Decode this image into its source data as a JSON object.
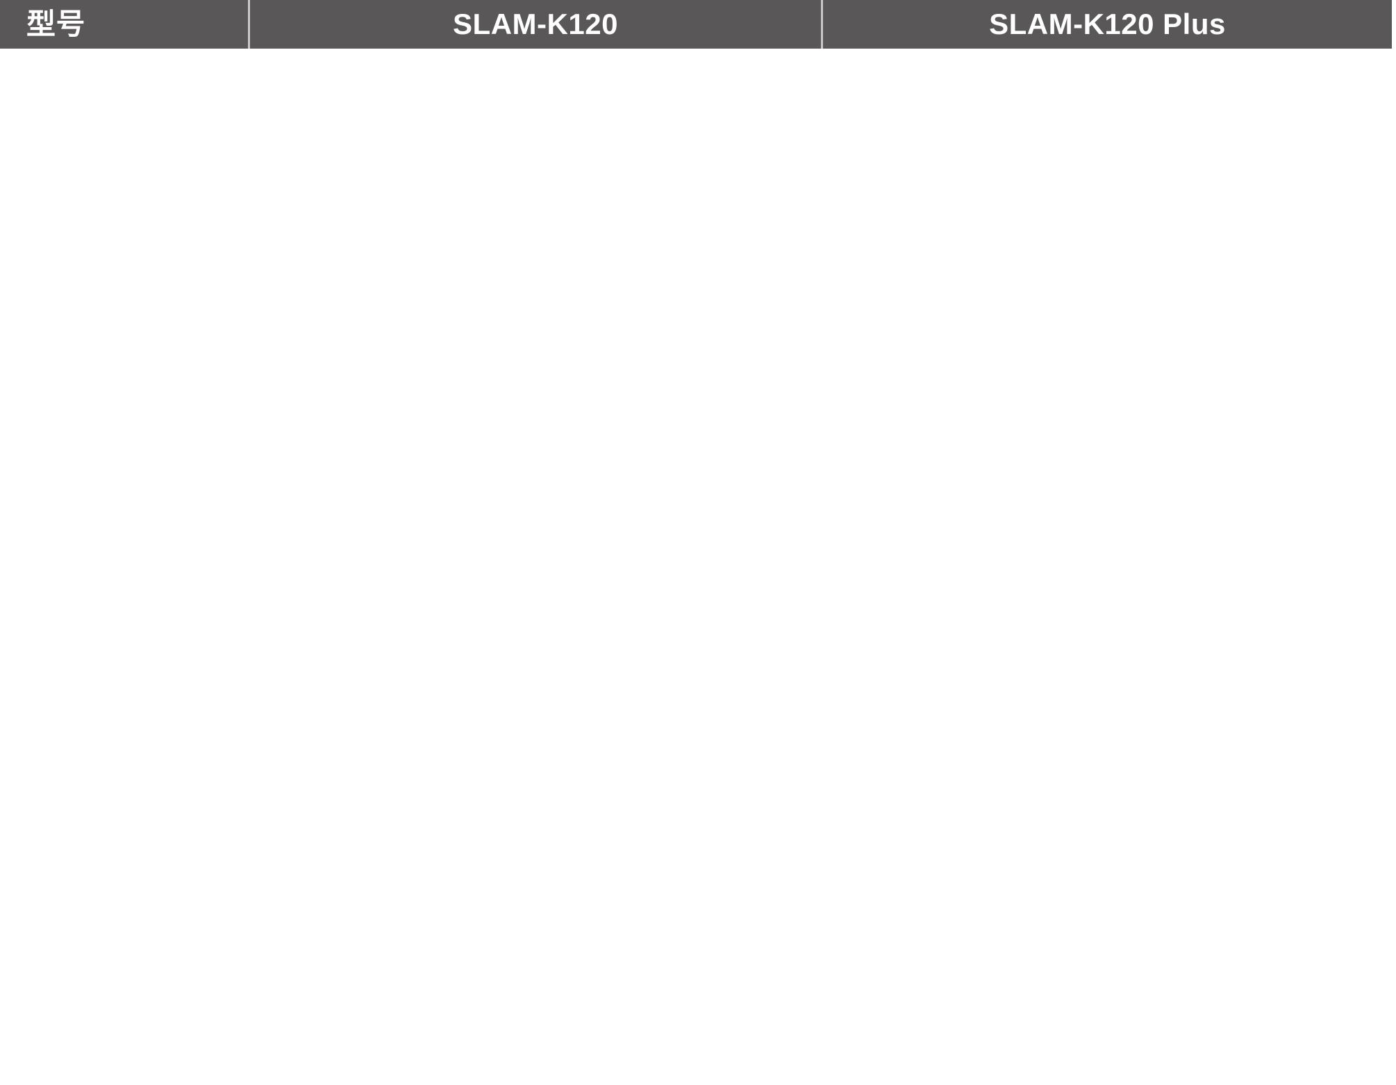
{
  "table": {
    "name": "product-spec-comparison-header",
    "columns": [
      {
        "id": "model-label",
        "label": "型号"
      },
      {
        "id": "model-1",
        "label": "SLAM-K120"
      },
      {
        "id": "model-2",
        "label": "SLAM-K120 Plus"
      }
    ]
  },
  "colors": {
    "header_bg": "#595757",
    "header_text": "#ffffff",
    "divider": "#c9c9c9",
    "page_bg": "#ffffff"
  }
}
